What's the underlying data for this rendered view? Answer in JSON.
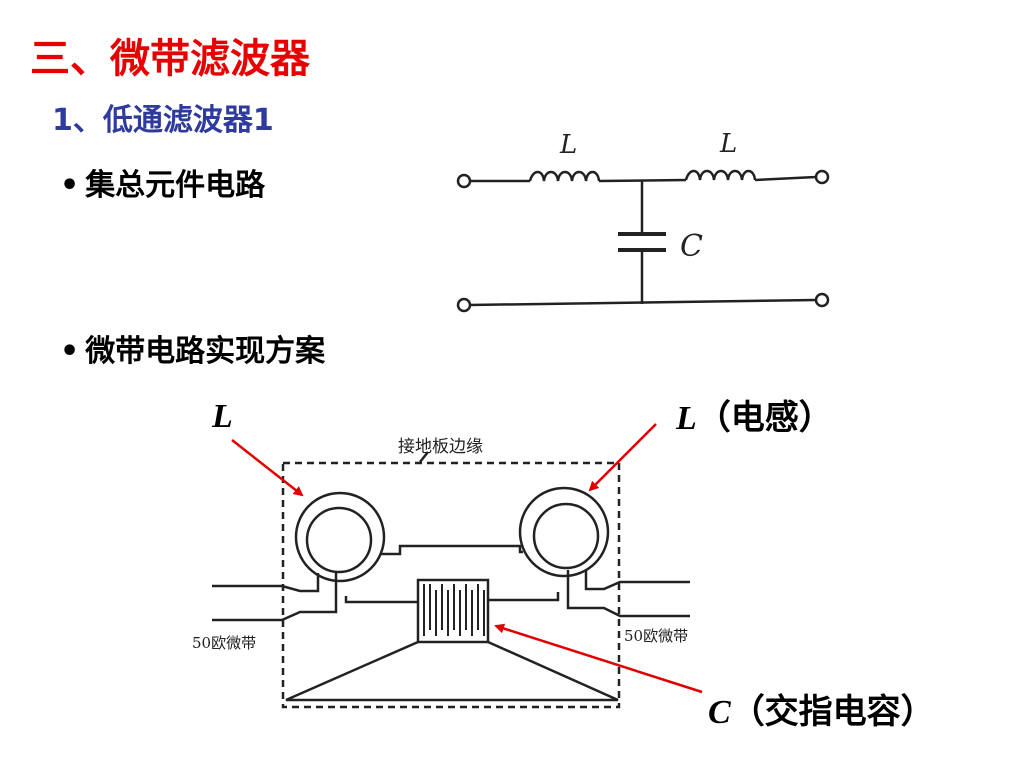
{
  "slide": {
    "title": "三、微带滤波器",
    "subtitle": "1、低通滤波器1",
    "bullets": [
      {
        "dot": "•",
        "text": "集总元件电路"
      },
      {
        "dot": "•",
        "text": "微带电路实现方案"
      }
    ]
  },
  "lumped_circuit": {
    "inductor_left": "L",
    "inductor_right": "L",
    "capacitor": "C"
  },
  "microstrip_diagram": {
    "ground_plane_edge": "接地板边缘",
    "left_port": "50欧微带",
    "right_port": "50欧微带"
  },
  "annotations": {
    "left_inductor": {
      "symbol": "L",
      "text": ""
    },
    "right_inductor": {
      "symbol": "L",
      "text": "（电感）"
    },
    "capacitor": {
      "symbol": "C",
      "text": "（交指电容）"
    }
  },
  "colors": {
    "title": "#e60000",
    "subtitle": "#2e3a9e",
    "arrow": "#e00000"
  }
}
